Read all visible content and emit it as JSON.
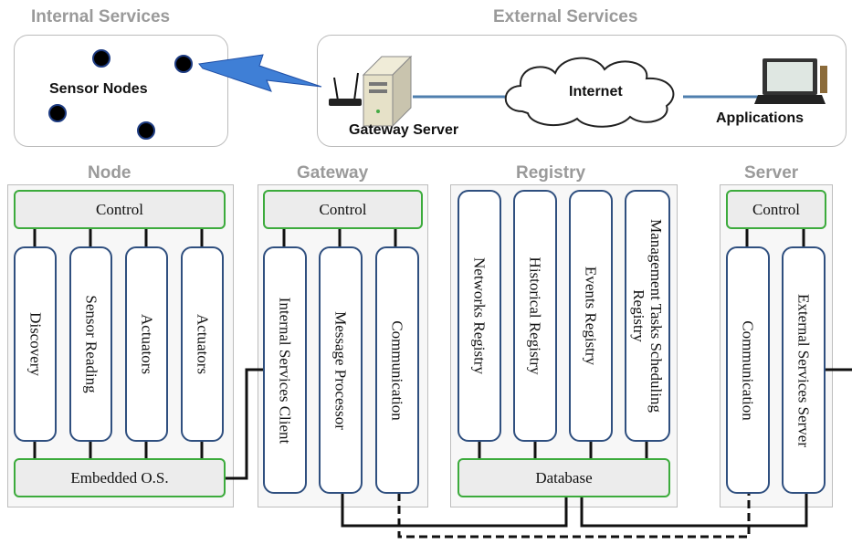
{
  "top": {
    "internal_title": "Internal Services",
    "external_title": "External Services",
    "sensor_nodes": "Sensor Nodes",
    "gateway_server": "Gateway Server",
    "internet": "Internet",
    "applications": "Applications"
  },
  "groups": {
    "node": {
      "title": "Node",
      "control": "Control",
      "modules": [
        "Discovery",
        "Sensor Reading",
        "Actuators",
        "Actuators"
      ],
      "bottom": "Embedded O.S."
    },
    "gateway": {
      "title": "Gateway",
      "control": "Control",
      "modules": [
        "Internal Services Client",
        "Message Processor",
        "Communication"
      ]
    },
    "registry": {
      "title": "Registry",
      "modules": [
        "Networks Registry",
        "Historical Registry",
        "Events Registry",
        "Management Tasks Scheduling Registry"
      ],
      "bottom": "Database"
    },
    "server": {
      "title": "Server",
      "control": "Control",
      "modules": [
        "Communication",
        "External Services Server"
      ]
    }
  },
  "colors": {
    "title_gray": "#9a9a9a",
    "control_border": "#3cab3c",
    "module_border": "#2f4f7f",
    "link_blue": "#4f7fae",
    "lightning": "#3f7fd6"
  },
  "icons": [
    "lightning-icon",
    "server-icon",
    "router-icon",
    "cloud-icon",
    "laptop-icon"
  ]
}
